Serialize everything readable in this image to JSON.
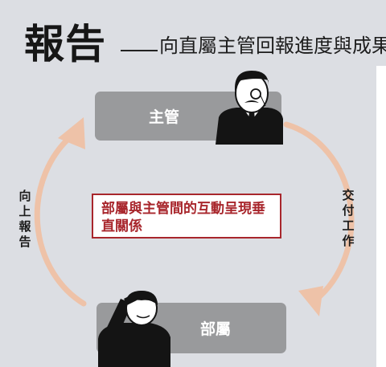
{
  "title": {
    "main": "報告",
    "subtitle": "向直屬主管回報進度與成果"
  },
  "nodes": {
    "manager": "主管",
    "subordinate": "部屬"
  },
  "flows": {
    "left": "向上報告",
    "right": "交付工作"
  },
  "center_message": "部屬與主管間的互動呈現垂直關係",
  "icons": [
    "manager-figure-icon",
    "subordinate-figure-icon",
    "cycle-arrow-icon"
  ],
  "colors": {
    "background": "#dcdee3",
    "node_box": "#999a9c",
    "arrow": "#eec2a8",
    "accent_red": "#a8262c"
  }
}
